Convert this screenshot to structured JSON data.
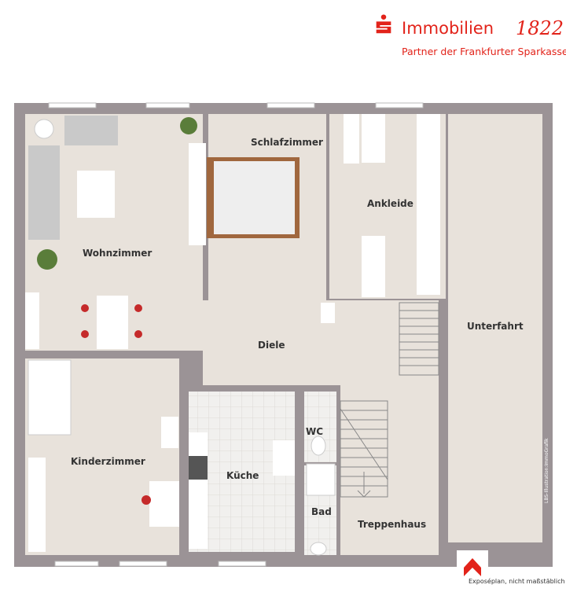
{
  "header": {
    "brand": "Immobilien",
    "year": "1822",
    "tagline": "Partner der Frankfurter Sparkasse",
    "brand_color": "#e2231a"
  },
  "rooms": {
    "wohnzimmer": "Wohnzimmer",
    "schlafzimmer": "Schlafzimmer",
    "ankleide": "Ankleide",
    "unterfahrt": "Unterfahrt",
    "diele": "Diele",
    "kinderzimmer": "Kinderzimmer",
    "kueche": "Küche",
    "wc": "WC",
    "bad": "Bad",
    "treppenhaus": "Treppenhaus"
  },
  "credit": "LBS-Illustration:ImmoGrafik",
  "caption": "Exposéplan, nicht maßstäblich",
  "colors": {
    "wall": "#9b9396",
    "floor": "#e8e2db",
    "tile": "#f1f0ee"
  }
}
